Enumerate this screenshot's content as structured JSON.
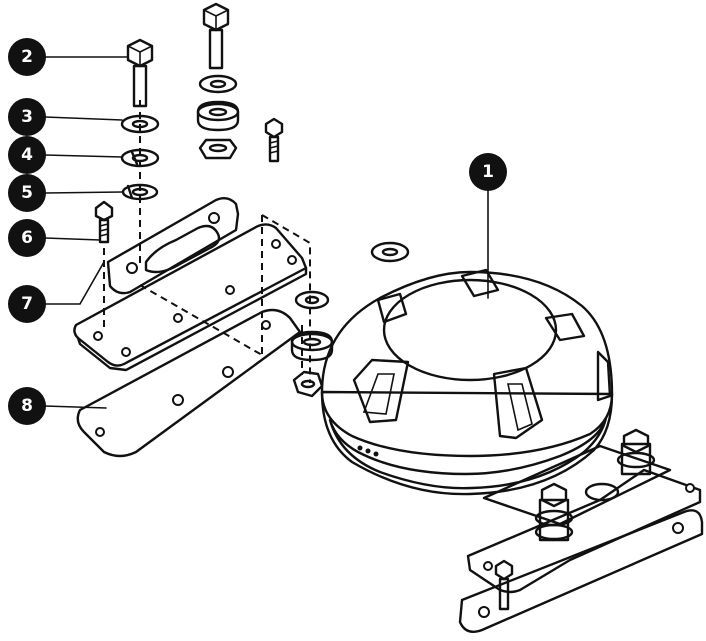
{
  "callouts": [
    {
      "label": "1"
    },
    {
      "label": "2"
    },
    {
      "label": "3"
    },
    {
      "label": "4"
    },
    {
      "label": "5"
    },
    {
      "label": "6"
    },
    {
      "label": "7"
    },
    {
      "label": "8"
    }
  ],
  "colors": {
    "callout_fill": "#111111",
    "callout_text": "#ffffff",
    "line": "#111111",
    "dome_dark": "#2a2a2a",
    "dome_mid": "#5a5a5a",
    "dome_light": "#d9d9d9"
  }
}
